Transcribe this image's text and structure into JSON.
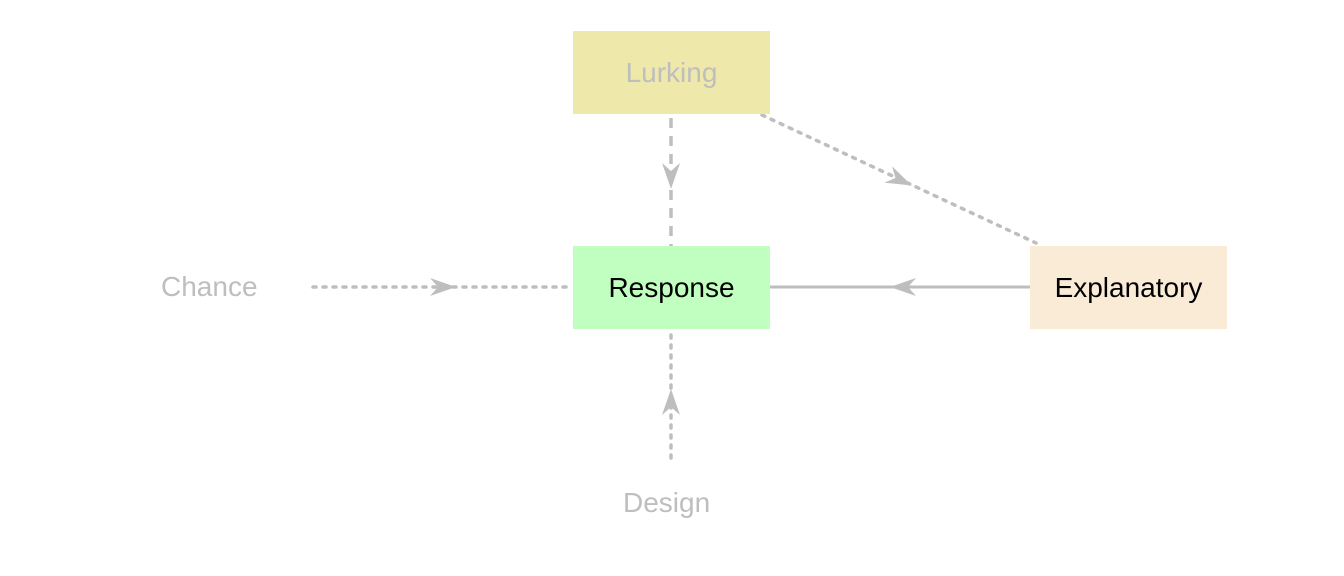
{
  "nodes": {
    "lurking": {
      "label": "Lurking",
      "fill": "#EEE8AA",
      "text_color": "#BEBEBE"
    },
    "response": {
      "label": "Response",
      "fill": "#C1FFC1",
      "text_color": "#000000"
    },
    "explanatory": {
      "label": "Explanatory",
      "fill": "#FAEBD7",
      "text_color": "#000000"
    },
    "chance": {
      "label": "Chance",
      "text_color": "#BEBEBE"
    },
    "design": {
      "label": "Design",
      "text_color": "#BEBEBE"
    }
  },
  "edges": [
    {
      "id": "lurking-to-response",
      "from": "Lurking",
      "to": "Response",
      "style": "dashed",
      "color": "#BEBEBE"
    },
    {
      "id": "lurking-to-explanatory",
      "from": "Lurking",
      "to": "Explanatory",
      "style": "dotted",
      "color": "#BEBEBE"
    },
    {
      "id": "chance-to-response",
      "from": "Chance",
      "to": "Response",
      "style": "dotted",
      "color": "#BEBEBE"
    },
    {
      "id": "explanatory-to-response",
      "from": "Explanatory",
      "to": "Response",
      "style": "solid",
      "color": "#BEBEBE"
    },
    {
      "id": "design-to-response",
      "from": "Design",
      "to": "Response",
      "style": "dotted",
      "color": "#BEBEBE"
    }
  ]
}
